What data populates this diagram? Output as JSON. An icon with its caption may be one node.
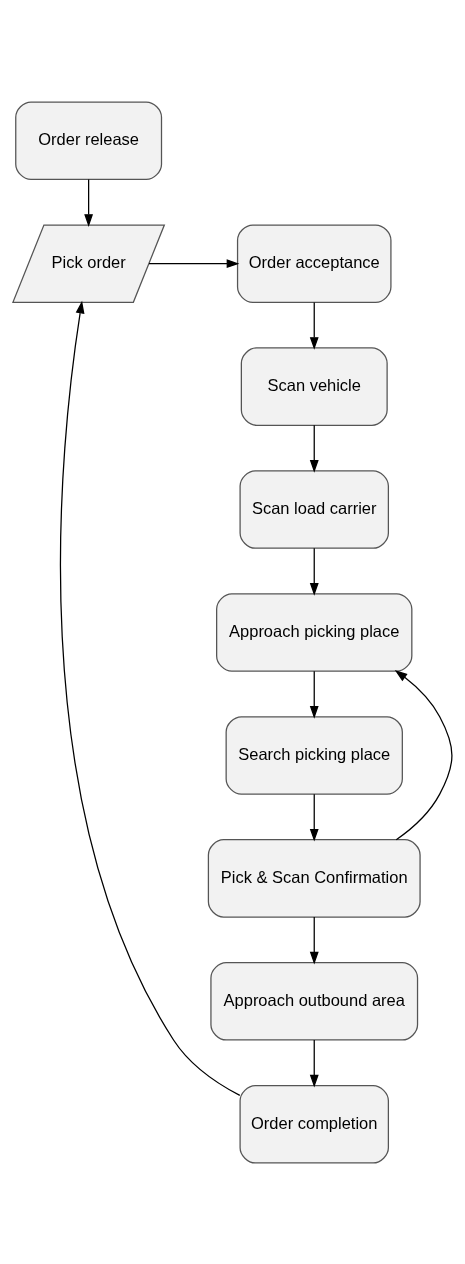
{
  "diagram": {
    "nodes": [
      {
        "text": [
          "Order release"
        ]
      },
      {
        "text": [
          "Pick order"
        ]
      },
      {
        "text": [
          "Order acceptance"
        ]
      },
      {
        "text": [
          "Scan vehicle"
        ]
      },
      {
        "text": [
          "Scan load carrier"
        ]
      },
      {
        "text": [
          "Approach picking place"
        ]
      },
      {
        "text": [
          "Search picking place"
        ]
      },
      {
        "text": [
          "Pick & Scan Confirmation"
        ]
      },
      {
        "text": [
          "Approach outbound area"
        ]
      },
      {
        "text": [
          "Order completion"
        ]
      }
    ],
    "edges": [
      {
        "from": 0,
        "to": 1,
        "arrow": "to"
      },
      {
        "from": 1,
        "to": 2,
        "arrow": "to"
      },
      {
        "from": 2,
        "to": 3,
        "arrow": "to"
      },
      {
        "from": 3,
        "to": 4,
        "arrow": "to"
      },
      {
        "from": 4,
        "to": 5,
        "arrow": "to"
      },
      {
        "from": 5,
        "to": 6,
        "arrow": "to"
      },
      {
        "from": 6,
        "to": 7,
        "arrow": "to"
      },
      {
        "from": 7,
        "to": 5,
        "arrow": "to"
      },
      {
        "from": 7,
        "to": 8,
        "arrow": "to"
      },
      {
        "from": 8,
        "to": 9,
        "arrow": "to"
      },
      {
        "from": 9,
        "to": 1,
        "arrow": "to"
      }
    ]
  }
}
